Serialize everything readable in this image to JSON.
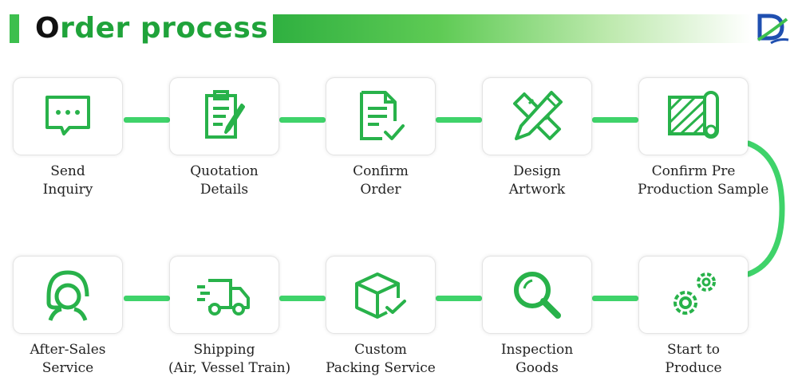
{
  "header": {
    "title_first": "O",
    "title_rest": "rder process"
  },
  "steps": [
    {
      "line1": "Send",
      "line2": "Inquiry",
      "icon": "chat-icon"
    },
    {
      "line1": "Quotation",
      "line2": "Details",
      "icon": "clipboard-edit-icon"
    },
    {
      "line1": "Confirm",
      "line2": "Order",
      "icon": "document-check-icon"
    },
    {
      "line1": "Design",
      "line2": "Artwork",
      "icon": "pencil-ruler-icon"
    },
    {
      "line1": "Confirm Pre",
      "line2": "Production Sample",
      "icon": "fabric-roll-icon"
    },
    {
      "line1": "After-Sales",
      "line2": "Service",
      "icon": "headset-agent-icon"
    },
    {
      "line1": "Shipping",
      "line2": "(Air, Vessel Train)",
      "icon": "delivery-truck-icon"
    },
    {
      "line1": "Custom",
      "line2": "Packing Service",
      "icon": "box-check-icon"
    },
    {
      "line1": "Inspection",
      "line2": "Goods",
      "icon": "magnifier-icon"
    },
    {
      "line1": "Start to",
      "line2": "Produce",
      "icon": "gears-icon"
    }
  ],
  "colors": {
    "accent": "#3dbf4e",
    "connector": "#3fd36a",
    "icon": "#28b24a"
  }
}
